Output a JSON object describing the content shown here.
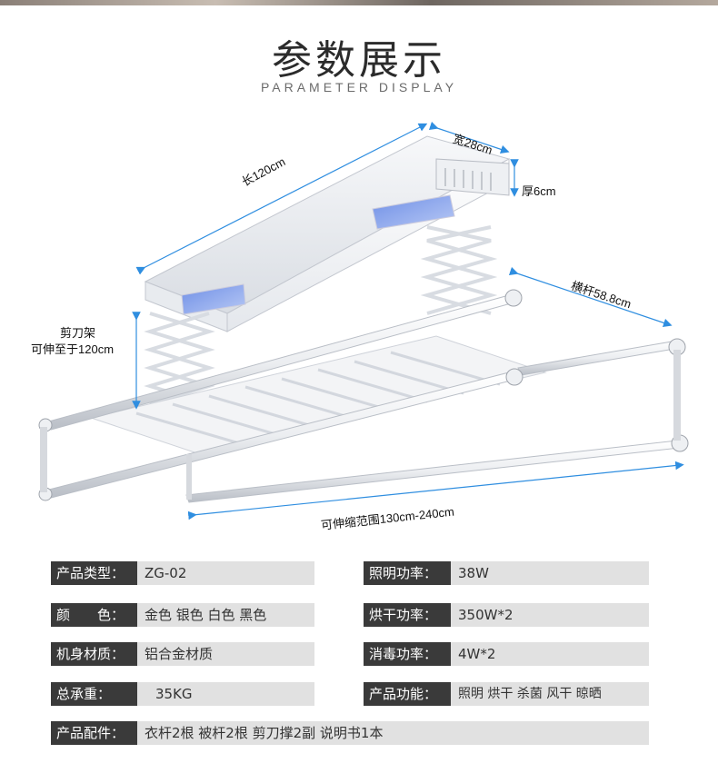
{
  "header": {
    "title": "参数展示",
    "subtitle": "PARAMETER DISPLAY"
  },
  "diagram": {
    "length_label": "长120cm",
    "width_label": "宽28cm",
    "thickness_label": "厚6cm",
    "crossbar_label": "横杆58.8cm",
    "scissor_label_line1": "剪刀架",
    "scissor_label_line2": "可伸至于120cm",
    "range_label": "可伸缩范围130cm-240cm"
  },
  "specs": {
    "product_type": {
      "label": "产品类型：",
      "value": "ZG-02"
    },
    "lighting_power": {
      "label": "照明功率：",
      "value": "38W"
    },
    "color": {
      "label": "颜　　色：",
      "value": "金色 银色 白色 黑色"
    },
    "drying_power": {
      "label": "烘干功率：",
      "value": "350W*2"
    },
    "material": {
      "label": "机身材质：",
      "value": "铝合金材质"
    },
    "disinfect_power": {
      "label": "消毒功率：",
      "value": "4W*2"
    },
    "load": {
      "label": "总承重：",
      "value": "35KG"
    },
    "functions": {
      "label": "产品功能：",
      "value": "照明 烘干 杀菌 风干 晾晒"
    },
    "accessories": {
      "label": "产品配件：",
      "value": "衣杆2根  被杆2根 剪刀撑2副  说明书1本"
    }
  },
  "colors": {
    "label_bg": "#3a3a3a",
    "value_bg": "#e1e1e1",
    "dimension_line": "#2f8ee0"
  }
}
